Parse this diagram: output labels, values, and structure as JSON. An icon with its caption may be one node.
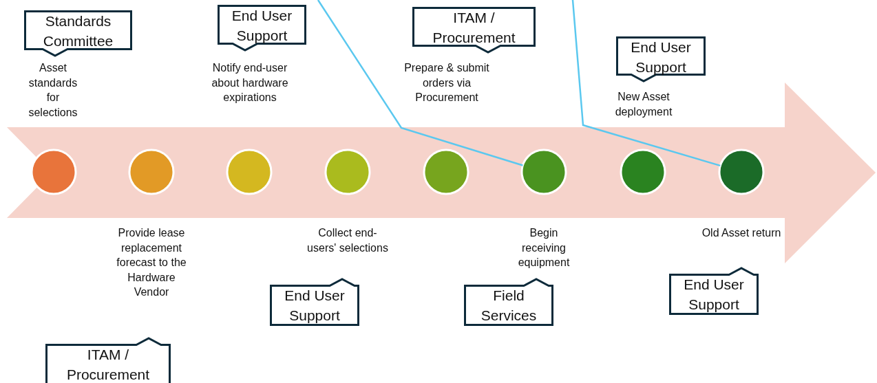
{
  "diagram": {
    "nodes": [
      {
        "text": [],
        "shape": "arrow"
      },
      {
        "text": [],
        "shape": "circle",
        "in": 0
      },
      {
        "text": [],
        "shape": "circle",
        "in": 0
      },
      {
        "text": [],
        "shape": "circle",
        "in": 0
      },
      {
        "text": [],
        "shape": "circle",
        "in": 0
      },
      {
        "text": [],
        "shape": "circle",
        "in": 0
      },
      {
        "text": [],
        "shape": "circle",
        "in": 0
      },
      {
        "text": [],
        "shape": "circle",
        "in": 0
      },
      {
        "text": [],
        "shape": "circle",
        "in": 0
      },
      {
        "text": [
          "Standards Committee"
        ]
      },
      {
        "text": [
          "ITAM / Procurement"
        ]
      },
      {
        "text": [
          "End User Support"
        ]
      },
      {
        "text": [
          "End User Support"
        ]
      },
      {
        "text": [
          "ITAM / Procurement"
        ]
      },
      {
        "text": [
          "Field Services"
        ]
      },
      {
        "text": [
          "End User Support"
        ]
      },
      {
        "text": [
          "End User Support"
        ]
      }
    ],
    "edges": [
      {
        "from": null,
        "to": 6,
        "arrow": "none"
      },
      {
        "from": null,
        "to": 8,
        "arrow": "none"
      }
    ],
    "labels": [
      "Asset standards for selections",
      "Notify end-user about hardware expirations",
      "Prepare & submit orders via Procurement",
      "New Asset deployment",
      "Provide lease replacement forecast to the Hardware Vendor",
      "Collect end-users' selections",
      "Begin receiving equipment",
      "Old Asset return"
    ]
  }
}
